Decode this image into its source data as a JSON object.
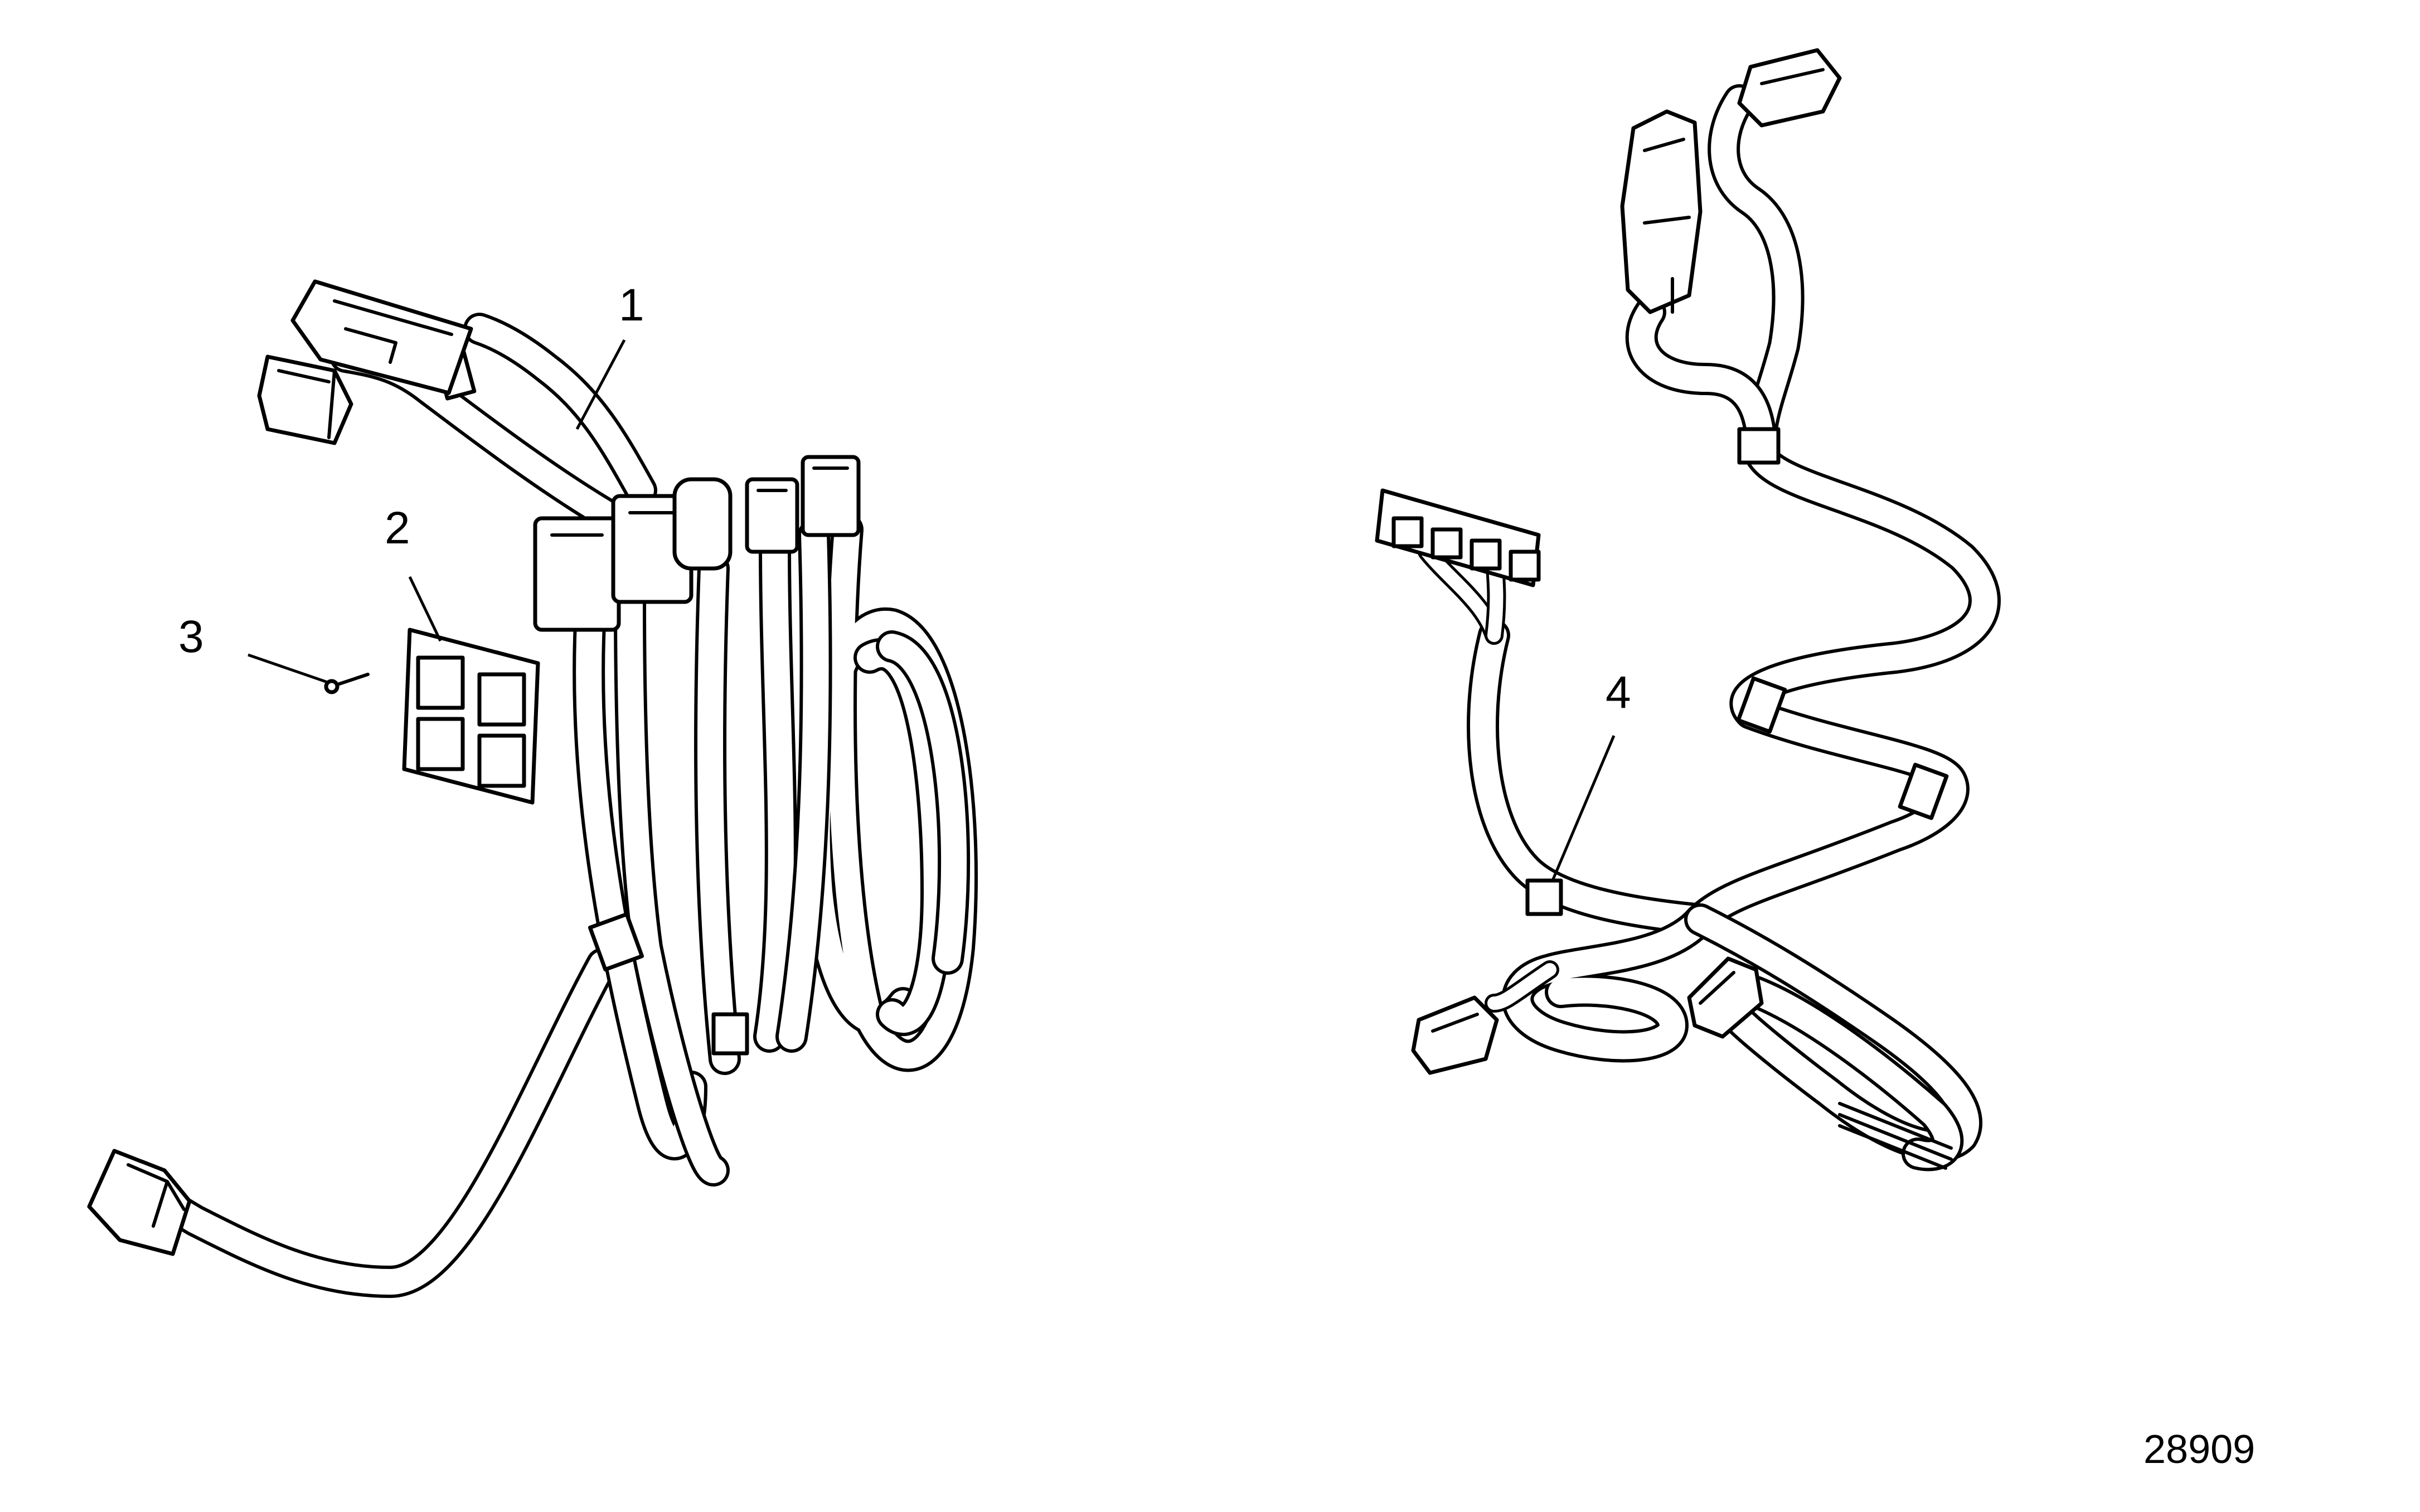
{
  "callouts": {
    "c1": "1",
    "c2": "2",
    "c3": "3",
    "c4": "4"
  },
  "figure_id": "28909",
  "colors": {
    "line": "#000000",
    "background": "#ffffff"
  }
}
